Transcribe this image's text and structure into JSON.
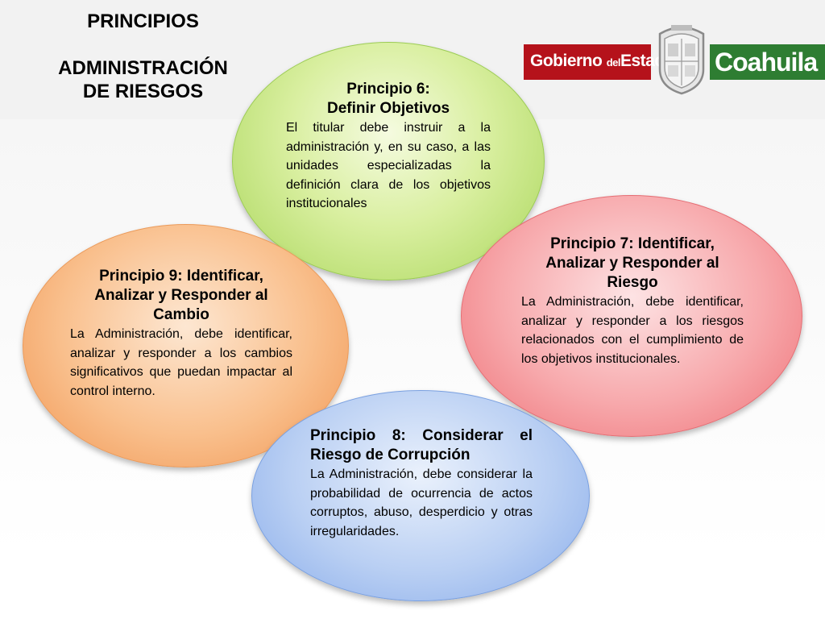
{
  "title": {
    "line1": "PRINCIPIOS",
    "line2": "ADMINISTRACIÓN",
    "line3": "DE RIESGOS"
  },
  "logo": {
    "part1": "Gobierno",
    "part2": "del",
    "part3": "Estado",
    "state": "Coahuila",
    "colors": {
      "red": "#b5121b",
      "green": "#2e7d32"
    }
  },
  "principles": {
    "p6": {
      "heading_line1": "Principio 6:",
      "heading_line2": "Definir Objetivos",
      "body": "El titular debe instruir a la administración y, en su caso, a las unidades especializadas la definición clara de los objetivos institucionales",
      "color": "#a9d65a"
    },
    "p7": {
      "heading_line1": "Principio 7: Identificar,",
      "heading_line2": "Analizar y Responder al",
      "heading_line3": "Riesgo",
      "body": "La Administración, debe identificar, analizar y responder a los riesgos relacionados con el cumplimiento de los objetivos institucionales.",
      "color": "#ee6f75"
    },
    "p8": {
      "heading": "Principio 8: Considerar el Riesgo de Corrupción",
      "body": "La Administración, debe considerar la probabilidad de ocurrencia de actos corruptos, abuso, desperdicio y otras irregularidades.",
      "color": "#87abea"
    },
    "p9": {
      "heading_line1": "Principio 9: Identificar,",
      "heading_line2": "Analizar y Responder al",
      "heading_line3": "Cambio",
      "body": "La Administración, debe identificar, analizar y responder a los cambios significativos que puedan impactar al control interno.",
      "color": "#f09450"
    }
  }
}
